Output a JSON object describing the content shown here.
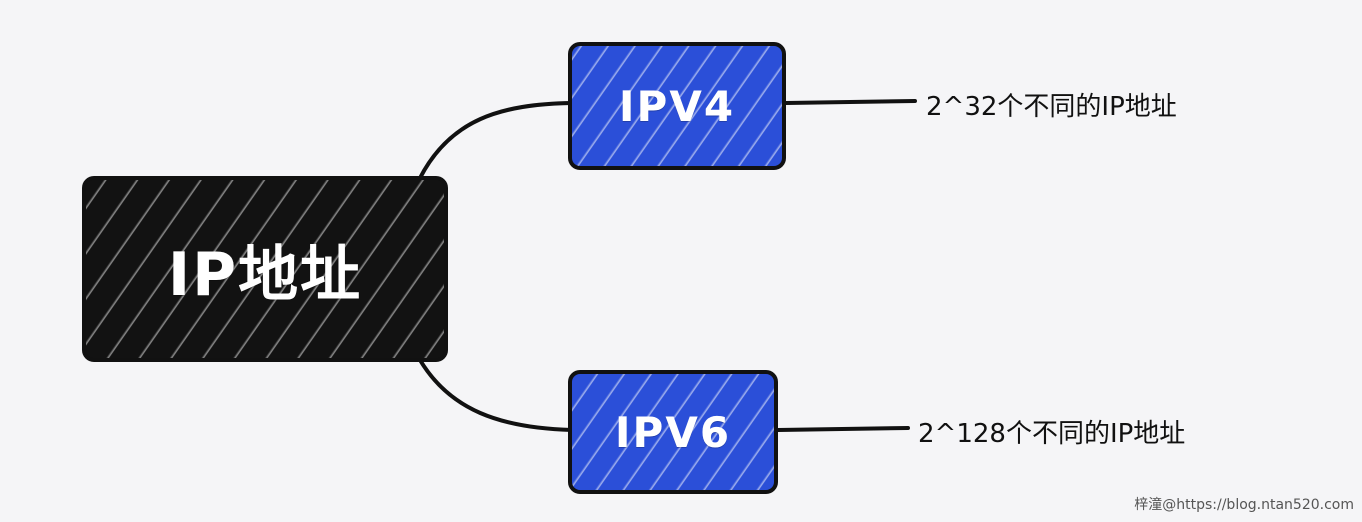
{
  "diagram": {
    "root": {
      "label": "IP地址",
      "color": "#121212"
    },
    "branches": [
      {
        "label": "IPV4",
        "color": "#2b4fd8",
        "leaf": "2^32个不同的IP地址"
      },
      {
        "label": "IPV6",
        "color": "#2b4fd8",
        "leaf": "2^128个不同的IP地址"
      }
    ]
  },
  "watermark": "梓潼@https://blog.ntan520.com"
}
